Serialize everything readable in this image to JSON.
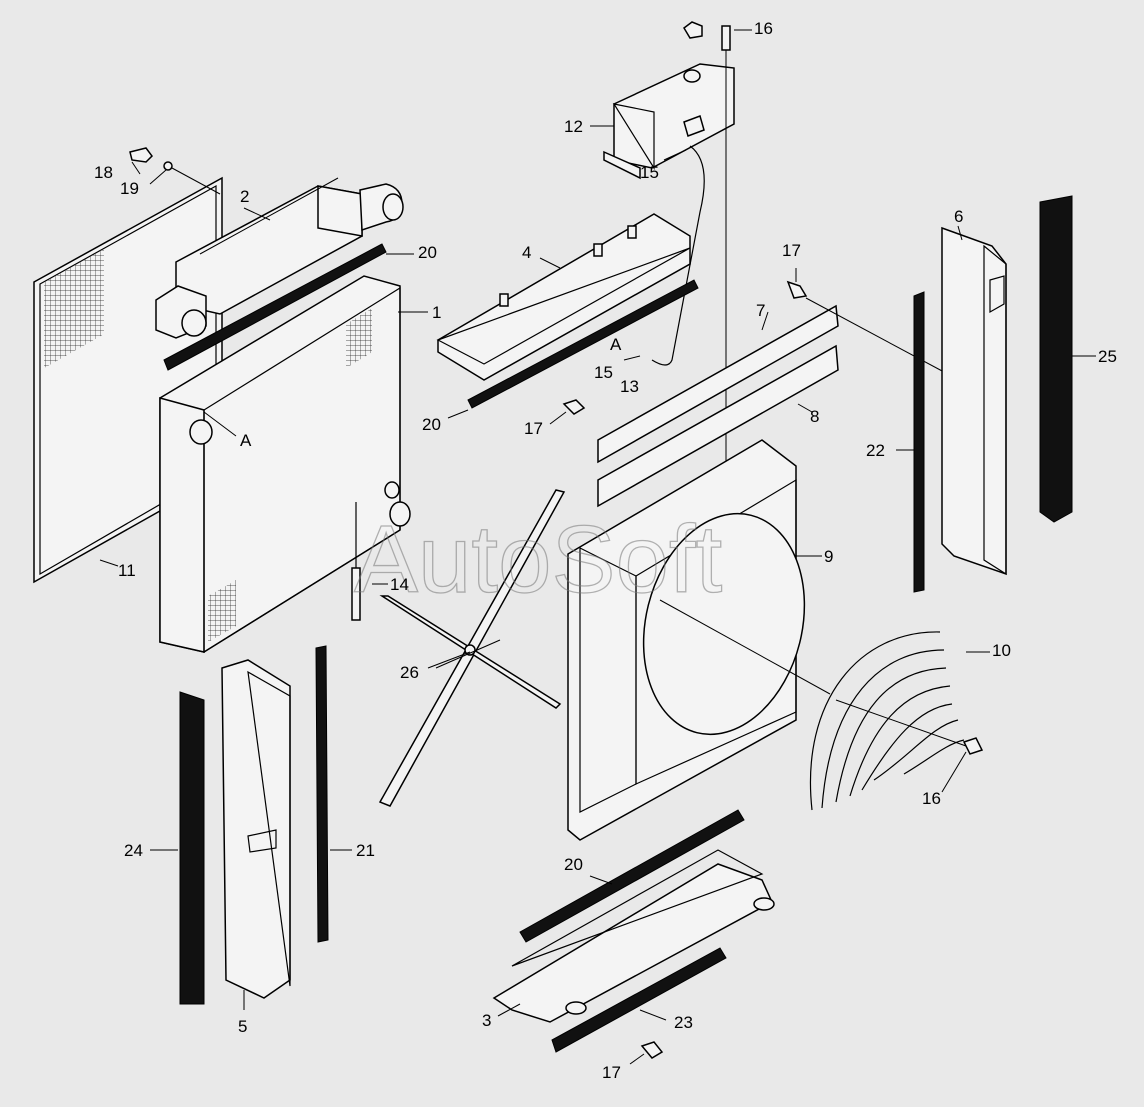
{
  "watermark": "AutoSoft",
  "callouts": [
    {
      "id": "c1",
      "label": "1"
    },
    {
      "id": "c2",
      "label": "2"
    },
    {
      "id": "c3",
      "label": "3"
    },
    {
      "id": "c4",
      "label": "4"
    },
    {
      "id": "c5",
      "label": "5"
    },
    {
      "id": "c6",
      "label": "6"
    },
    {
      "id": "c7",
      "label": "7"
    },
    {
      "id": "c8",
      "label": "8"
    },
    {
      "id": "c9",
      "label": "9"
    },
    {
      "id": "c10",
      "label": "10"
    },
    {
      "id": "c11",
      "label": "11"
    },
    {
      "id": "c12",
      "label": "12"
    },
    {
      "id": "c13",
      "label": "13"
    },
    {
      "id": "c14",
      "label": "14"
    },
    {
      "id": "c15a",
      "label": "15"
    },
    {
      "id": "c15b",
      "label": "15"
    },
    {
      "id": "c16a",
      "label": "16"
    },
    {
      "id": "c16b",
      "label": "16"
    },
    {
      "id": "c17a",
      "label": "17"
    },
    {
      "id": "c17b",
      "label": "17"
    },
    {
      "id": "c17c",
      "label": "17"
    },
    {
      "id": "c18",
      "label": "18"
    },
    {
      "id": "c19",
      "label": "19"
    },
    {
      "id": "c20a",
      "label": "20"
    },
    {
      "id": "c20b",
      "label": "20"
    },
    {
      "id": "c20c",
      "label": "20"
    },
    {
      "id": "c21",
      "label": "21"
    },
    {
      "id": "c22",
      "label": "22"
    },
    {
      "id": "c23",
      "label": "23"
    },
    {
      "id": "c24",
      "label": "24"
    },
    {
      "id": "c25",
      "label": "25"
    },
    {
      "id": "c26",
      "label": "26"
    },
    {
      "id": "cA1",
      "label": "A"
    },
    {
      "id": "cA2",
      "label": "A"
    }
  ]
}
